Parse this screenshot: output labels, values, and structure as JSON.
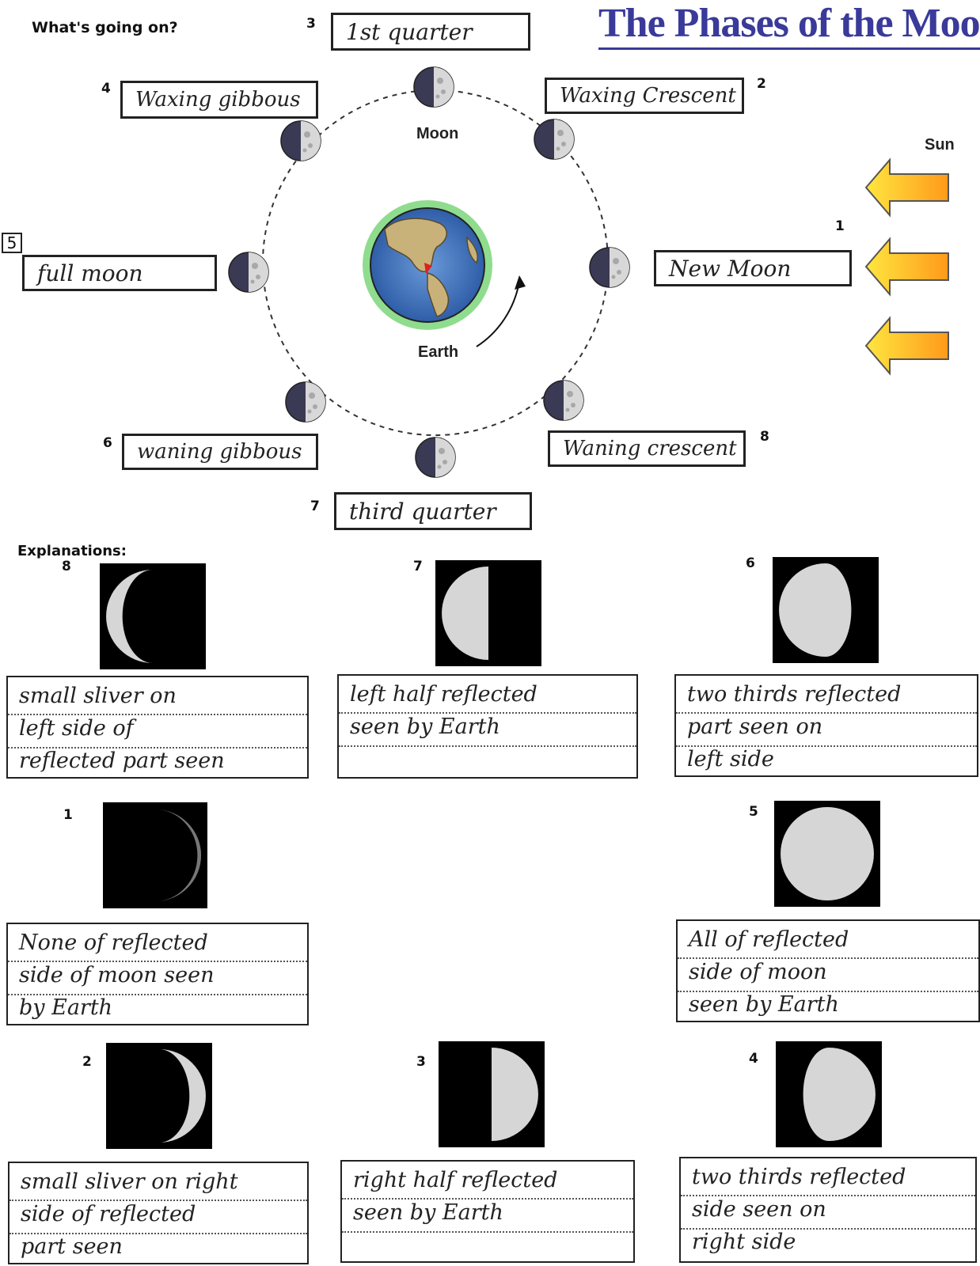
{
  "header": {
    "question": "What's going on?",
    "title": "The Phases of the Moon"
  },
  "diagram": {
    "moon_label": "Moon",
    "earth_label": "Earth",
    "sun_label": "Sun",
    "positions": [
      {
        "num": "1",
        "answer": "New Moon"
      },
      {
        "num": "2",
        "answer": "Waxing Crescent"
      },
      {
        "num": "3",
        "answer": "1st quarter"
      },
      {
        "num": "4",
        "answer": "Waxing gibbous"
      },
      {
        "num": "5",
        "answer": "full moon"
      },
      {
        "num": "6",
        "answer": "waning gibbous"
      },
      {
        "num": "7",
        "answer": "third quarter"
      },
      {
        "num": "8",
        "answer": "Waning crescent"
      }
    ]
  },
  "explanations": {
    "heading": "Explanations:",
    "items": [
      {
        "num": "8",
        "lines": [
          "small sliver on",
          "left side of",
          "reflected part seen"
        ]
      },
      {
        "num": "7",
        "lines": [
          "left half reflected",
          "seen by Earth"
        ]
      },
      {
        "num": "6",
        "lines": [
          "two thirds reflected",
          "part seen on",
          "left side"
        ]
      },
      {
        "num": "1",
        "lines": [
          "None of reflected",
          "side of moon seen",
          "by Earth"
        ]
      },
      {
        "num": "5",
        "lines": [
          "All of reflected",
          "side of moon",
          "seen by Earth"
        ]
      },
      {
        "num": "2",
        "lines": [
          "small sliver on right",
          "side of reflected",
          "part seen"
        ]
      },
      {
        "num": "3",
        "lines": [
          "right half reflected",
          "seen by Earth"
        ]
      },
      {
        "num": "4",
        "lines": [
          "two thirds reflected",
          "side seen on",
          "right side"
        ]
      }
    ]
  }
}
